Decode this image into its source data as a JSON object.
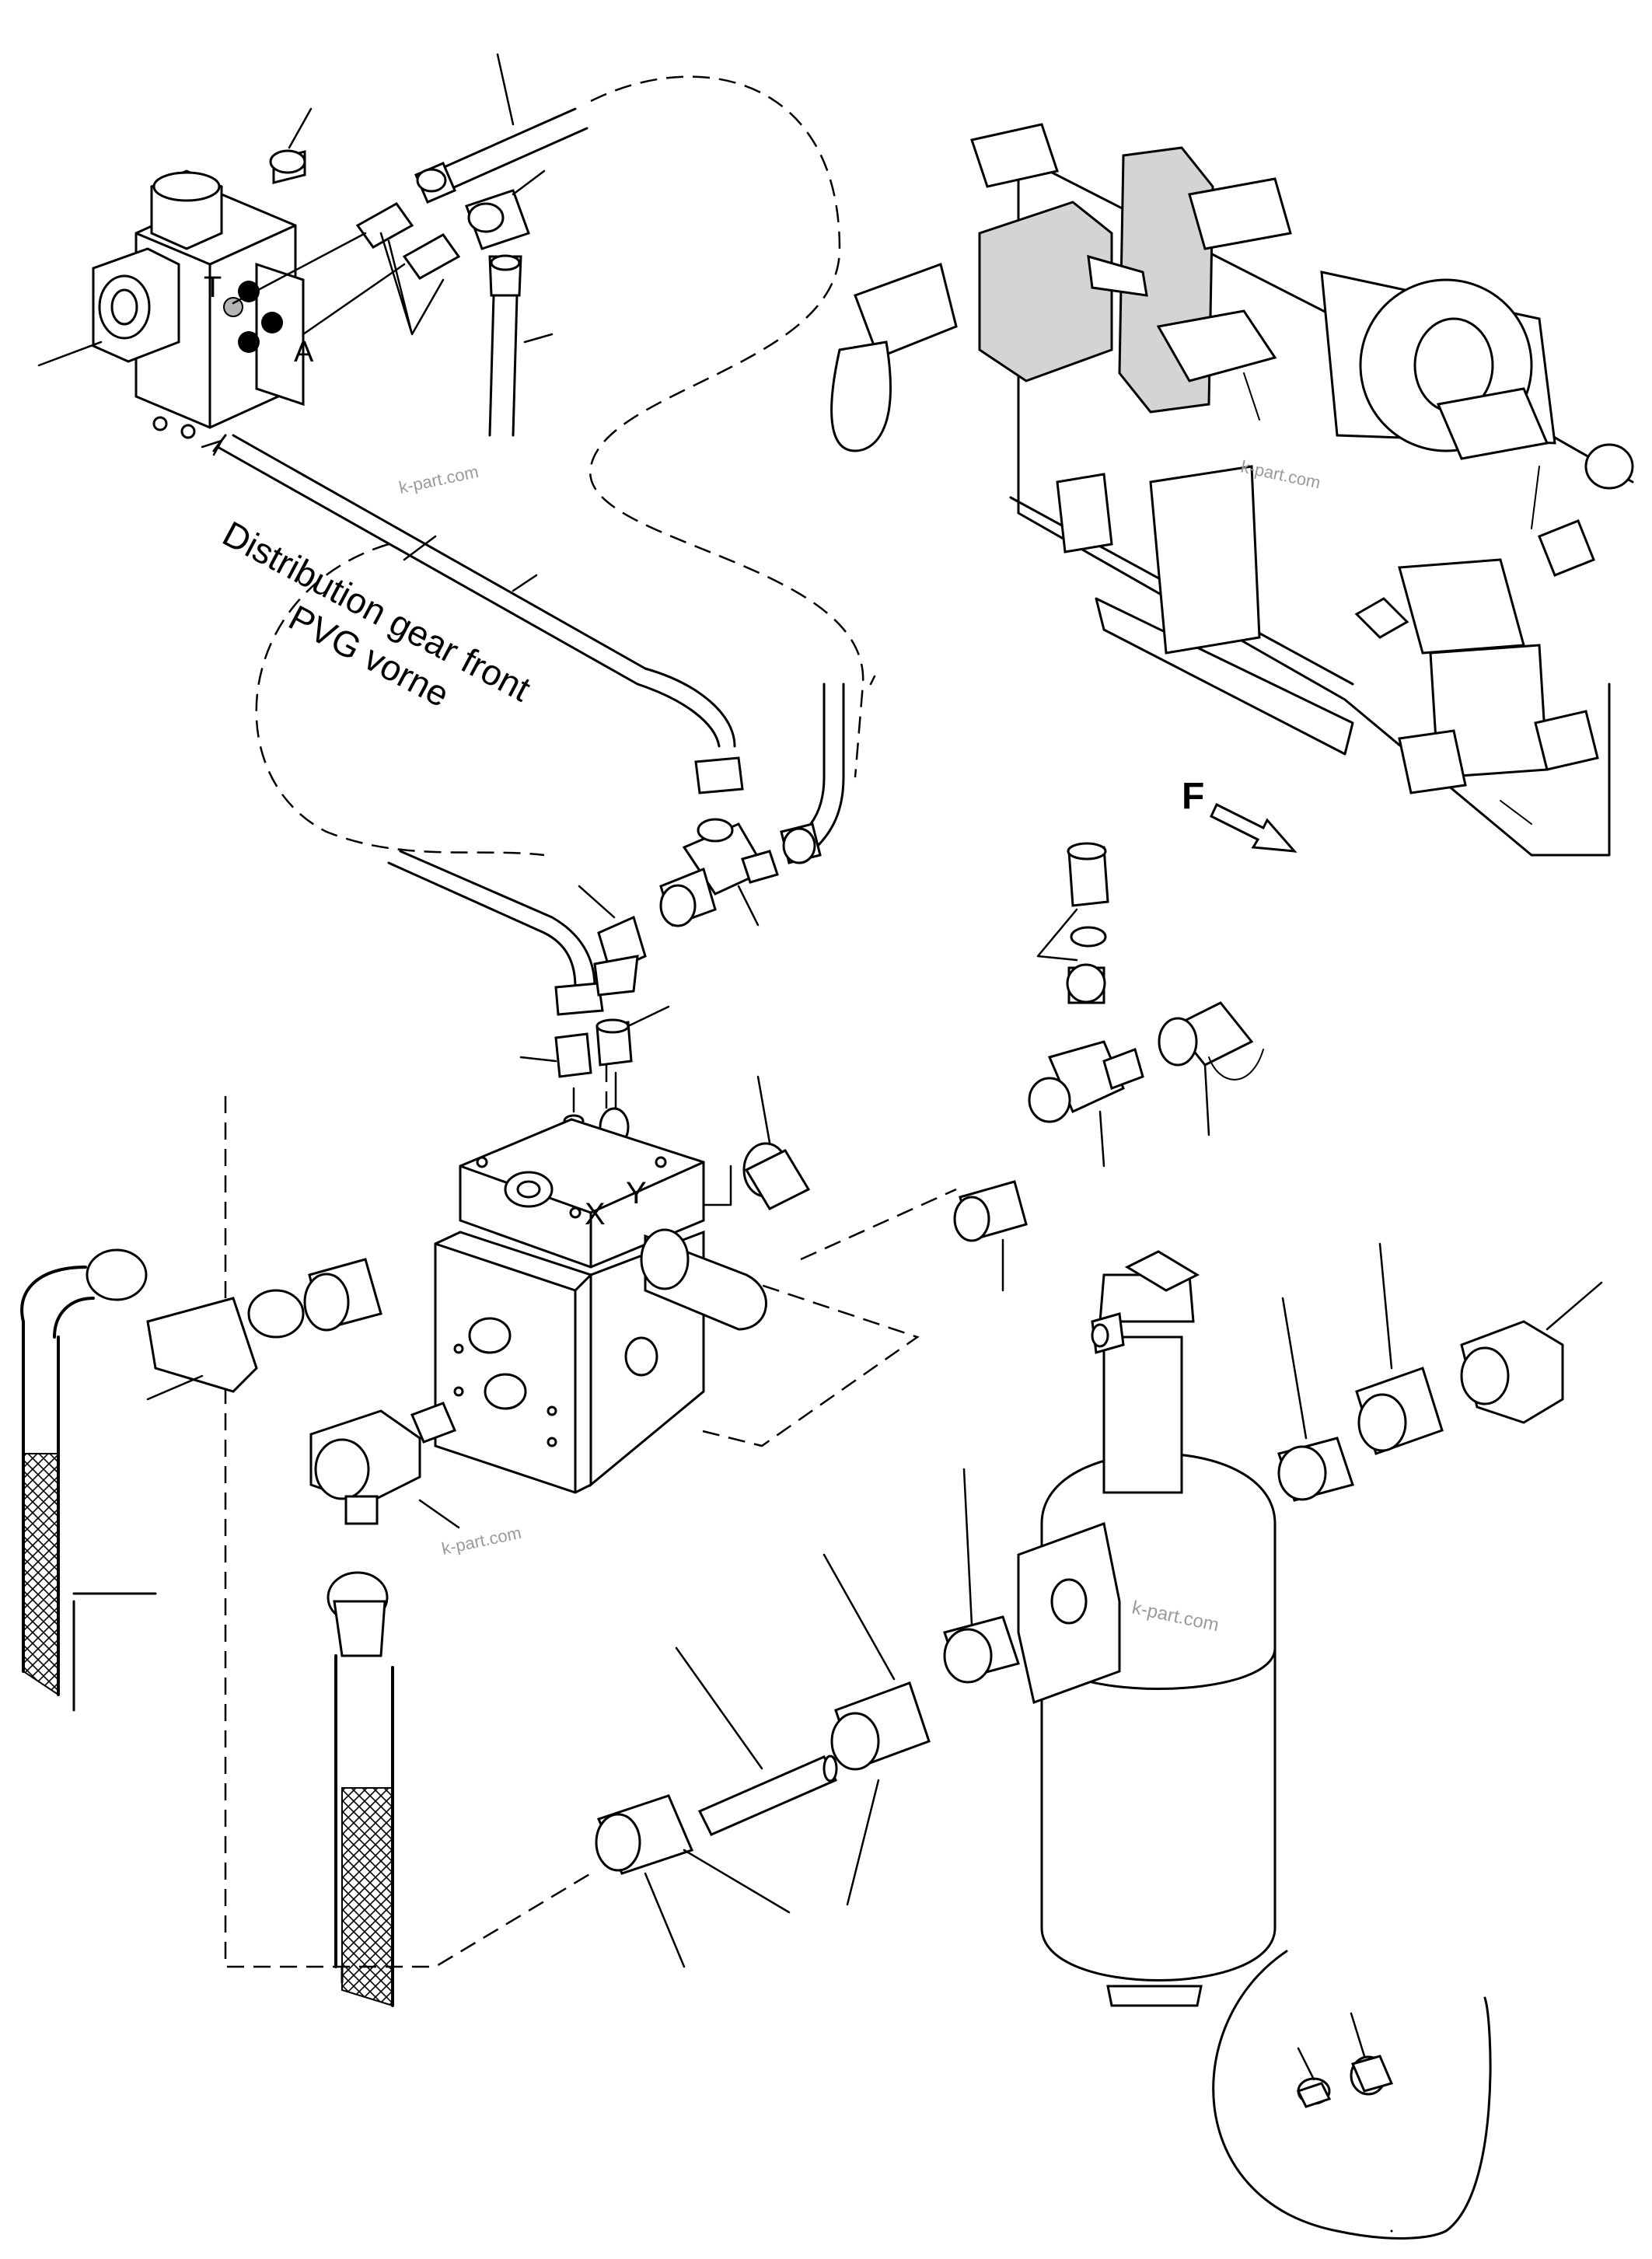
{
  "callouts": {
    "t": "T",
    "a": "A",
    "x": "X",
    "y": "Y",
    "f": "F"
  },
  "annotation": {
    "line1": "Distribution gear front",
    "line2": "PVG vorne"
  },
  "watermark": {
    "text": "k-part.com"
  },
  "colors": {
    "highlight": "#d4d4d4",
    "port_marker": "#000000",
    "t_port_marker": "#b5b5b5"
  }
}
